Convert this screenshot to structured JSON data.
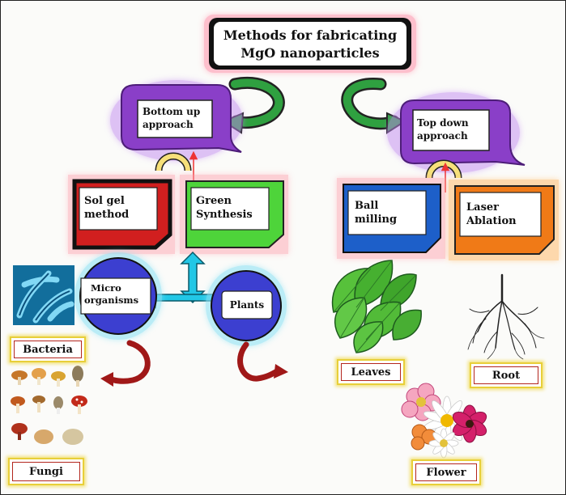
{
  "title": {
    "line1": "Methods for fabricating",
    "line2": "MgO nanoparticles"
  },
  "approaches": {
    "bottom_up": {
      "line1": "Bottom up",
      "line2": "approach"
    },
    "top_down": {
      "line1": "Top down",
      "line2": "approach"
    }
  },
  "methods": {
    "sol_gel": {
      "line1": "Sol gel",
      "line2": "method"
    },
    "green": {
      "line1": "Green",
      "line2": "Synthesis"
    },
    "ball": {
      "line1": "Ball",
      "line2": "milling"
    },
    "laser": {
      "line1": "Laser",
      "line2": "Ablation"
    }
  },
  "sources": {
    "micro": {
      "line1": "Micro",
      "line2": "organisms"
    },
    "plants": "Plants"
  },
  "labels": {
    "bacteria": "Bacteria",
    "fungi": "Fungi",
    "leaves": "Leaves",
    "root": "Root",
    "flower": "Flower"
  },
  "colors": {
    "purple": "#7a2fb6",
    "red": "#d11f1f",
    "green": "#4ed43a",
    "blue": "#1d5fc9",
    "orange": "#f07a17",
    "cyan": "#22c7e6",
    "dark_green": "#2a7a3a",
    "maroon": "#9a1a1a"
  }
}
